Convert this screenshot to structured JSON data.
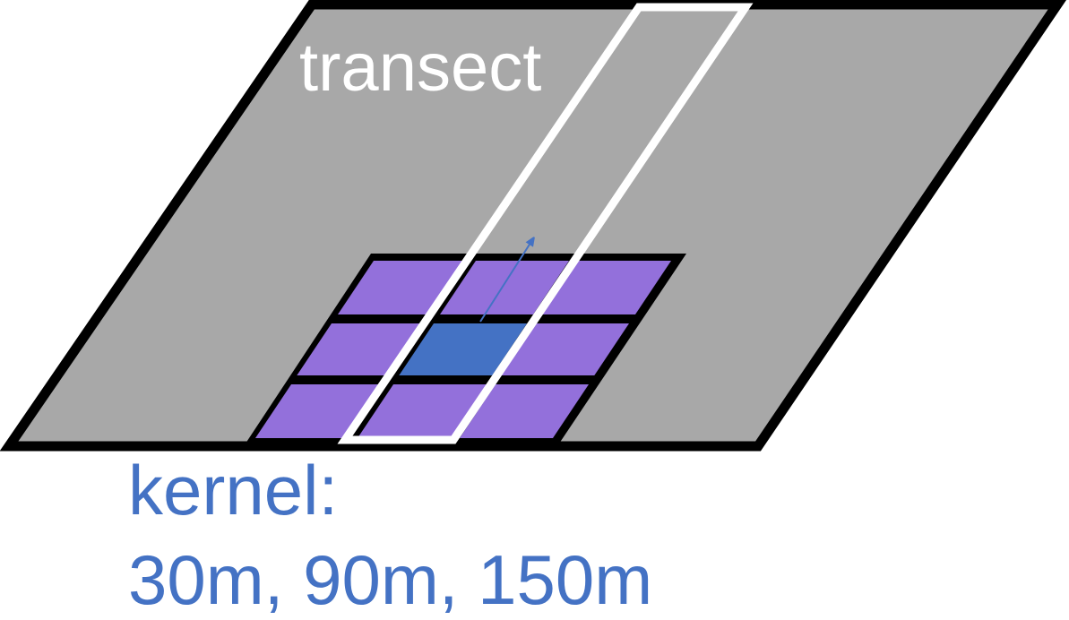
{
  "labels": {
    "transect": "transect",
    "kernel_title": "kernel:",
    "kernel_sizes": "30m, 90m, 150m"
  },
  "colors": {
    "outline": "#000000",
    "plane": "#a8a8a8",
    "kernel_cell": "#9370db",
    "center_cell": "#4472c4",
    "transect_outline": "#ffffff",
    "arrow": "#4472c4",
    "kernel_text": "#4472c4",
    "transect_text": "#ffffff"
  },
  "kernel_grid": {
    "rows": 3,
    "cols": 3,
    "center_row": 1,
    "center_col": 1
  }
}
